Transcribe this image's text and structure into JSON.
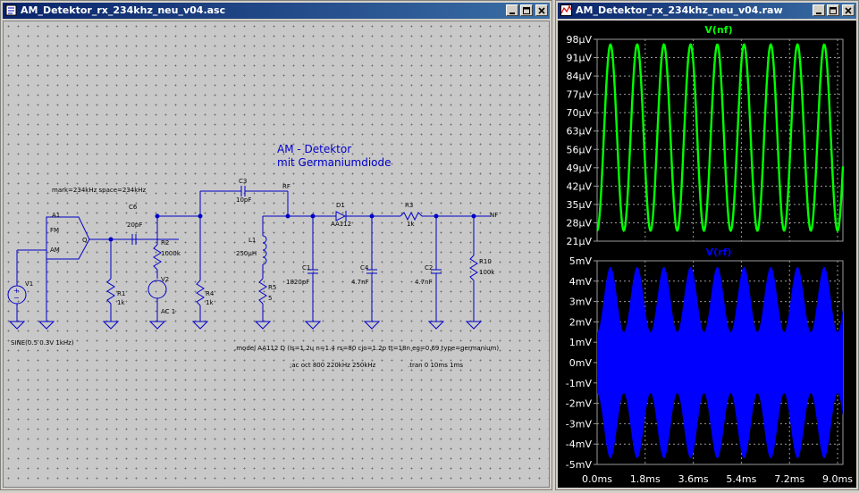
{
  "schematic": {
    "title": "AM_Detektor_rx_234khz_neu_v04.asc",
    "annotation": {
      "line1": "AM - Detektor",
      "line2": "mit Germaniumdiode"
    },
    "labels": {
      "mark": "mark=234kHz space=234kHz",
      "a1": "A1",
      "fm": "FM",
      "am": "AM",
      "q": "Q",
      "v1": "V1",
      "sine": "SINE(0.5 0.3V 1kHz)",
      "c6": "C6",
      "c6v": "20pF",
      "r1": "R1",
      "r1v": "1k",
      "r2": "R2",
      "r2v": "1000k",
      "v2": "V2",
      "v2v": "AC 1",
      "r4": "R4",
      "r4v": "1k",
      "c3": "C3",
      "c3v": "10pF",
      "rf": "RF",
      "l1": "L1",
      "l1v": "250µH",
      "r5": "R5",
      "r5v": "5",
      "c1": "C1",
      "c1v": "1820pF",
      "d1": "D1",
      "d1v": "AA112",
      "c4": "C4",
      "c4v": "4.7nF",
      "r3": "R3",
      "r3v": "1k",
      "c2": "C2",
      "c2v": "4.7nF",
      "r10": "R10",
      "r10v": "100k",
      "nf": "NF"
    },
    "directives": {
      "model": ".model AA112 D (Is=1.2u n=1.4 rs=80 cjo=1.2p tt=18n eg=0.69 type=germanium)",
      "ac": ";ac oct 800 220kHz 250kHz",
      "tran": ".tran 0 10ms 1ms"
    }
  },
  "waveform": {
    "title": "AM_Detektor_rx_234khz_neu_v04.raw",
    "colors": {
      "nf": "#00ff00",
      "rf": "#0000ff",
      "grid": "#9a9a9a"
    },
    "xaxis": {
      "ticks": [
        "0.0ms",
        "1.8ms",
        "3.6ms",
        "5.4ms",
        "7.2ms",
        "9.0ms"
      ]
    },
    "plot_nf": {
      "trace_label": "V(nf)",
      "yticks": [
        "98µV",
        "91µV",
        "84µV",
        "77µV",
        "70µV",
        "63µV",
        "56µV",
        "49µV",
        "42µV",
        "35µV",
        "28µV",
        "21µV"
      ]
    },
    "plot_rf": {
      "trace_label": "V(rf)",
      "yticks": [
        "5mV",
        "4mV",
        "3mV",
        "2mV",
        "1mV",
        "0mV",
        "-1mV",
        "-2mV",
        "-3mV",
        "-4mV",
        "-5mV"
      ]
    }
  },
  "chart_data": [
    {
      "type": "line",
      "series": [
        {
          "name": "V(nf)",
          "unit": "µV",
          "frequency_khz": 1,
          "min": 25,
          "max": 96
        }
      ],
      "xlim": [
        0,
        9.2
      ],
      "ylim": [
        21,
        98
      ]
    },
    {
      "type": "area",
      "series": [
        {
          "name": "V(rf)",
          "unit": "mV",
          "carrier_khz": 234,
          "envelope_frequency_khz": 1,
          "envelope_min": 1.5,
          "envelope_max": 4.7
        }
      ],
      "xlim": [
        0,
        9.2
      ],
      "ylim": [
        -5,
        5
      ]
    }
  ]
}
